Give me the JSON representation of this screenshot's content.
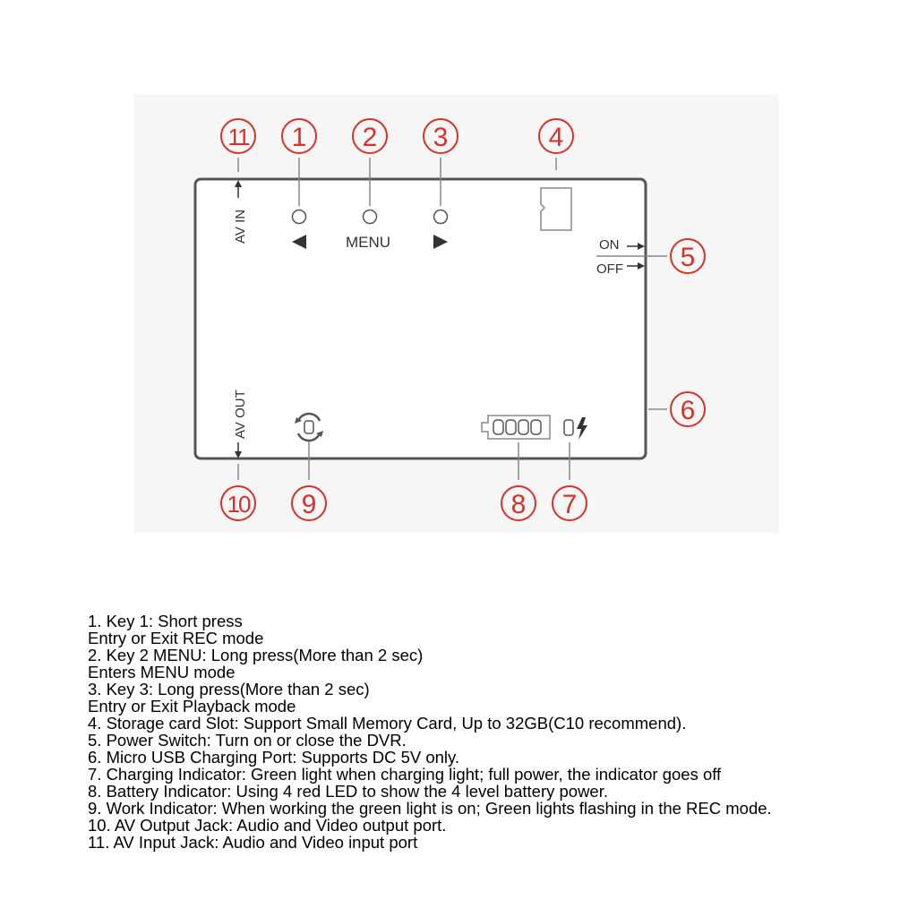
{
  "device": {
    "labels": {
      "menu": "MENU",
      "on": "ON",
      "off": "OFF",
      "av_in": "AV IN",
      "av_out": "AV OUT"
    },
    "callouts": [
      "1",
      "2",
      "3",
      "4",
      "5",
      "6",
      "7",
      "8",
      "9",
      "10",
      "11"
    ],
    "colors": {
      "callout": "#d9302a",
      "outline": "#555555",
      "panel": "#f6f6f6"
    },
    "icons": [
      "left-arrow-icon",
      "right-arrow-icon",
      "sd-card-icon",
      "battery-icon",
      "lightning-icon",
      "rotate-icon"
    ]
  },
  "legend": [
    "1. Key 1: Short press",
    "Entry or Exit REC mode",
    "2. Key 2 MENU: Long press(More than 2 sec)",
    "Enters MENU mode",
    "3. Key 3: Long press(More than 2 sec)",
    "Entry or Exit Playback mode",
    "4. Storage card Slot: Support Small Memory Card, Up to 32GB(C10 recommend).",
    "5. Power Switch: Turn on or close the DVR.",
    "6. Micro USB Charging Port: Supports DC 5V only.",
    "7. Charging Indicator: Green light when charging light; full power, the indicator goes off",
    "8. Battery Indicator: Using 4 red LED to show the 4 level battery power.",
    "9. Work Indicator: When working the green light is on; Green lights flashing in the REC mode.",
    "10. AV Output Jack: Audio and Video output port.",
    "11. AV Input Jack: Audio and Video input port"
  ]
}
